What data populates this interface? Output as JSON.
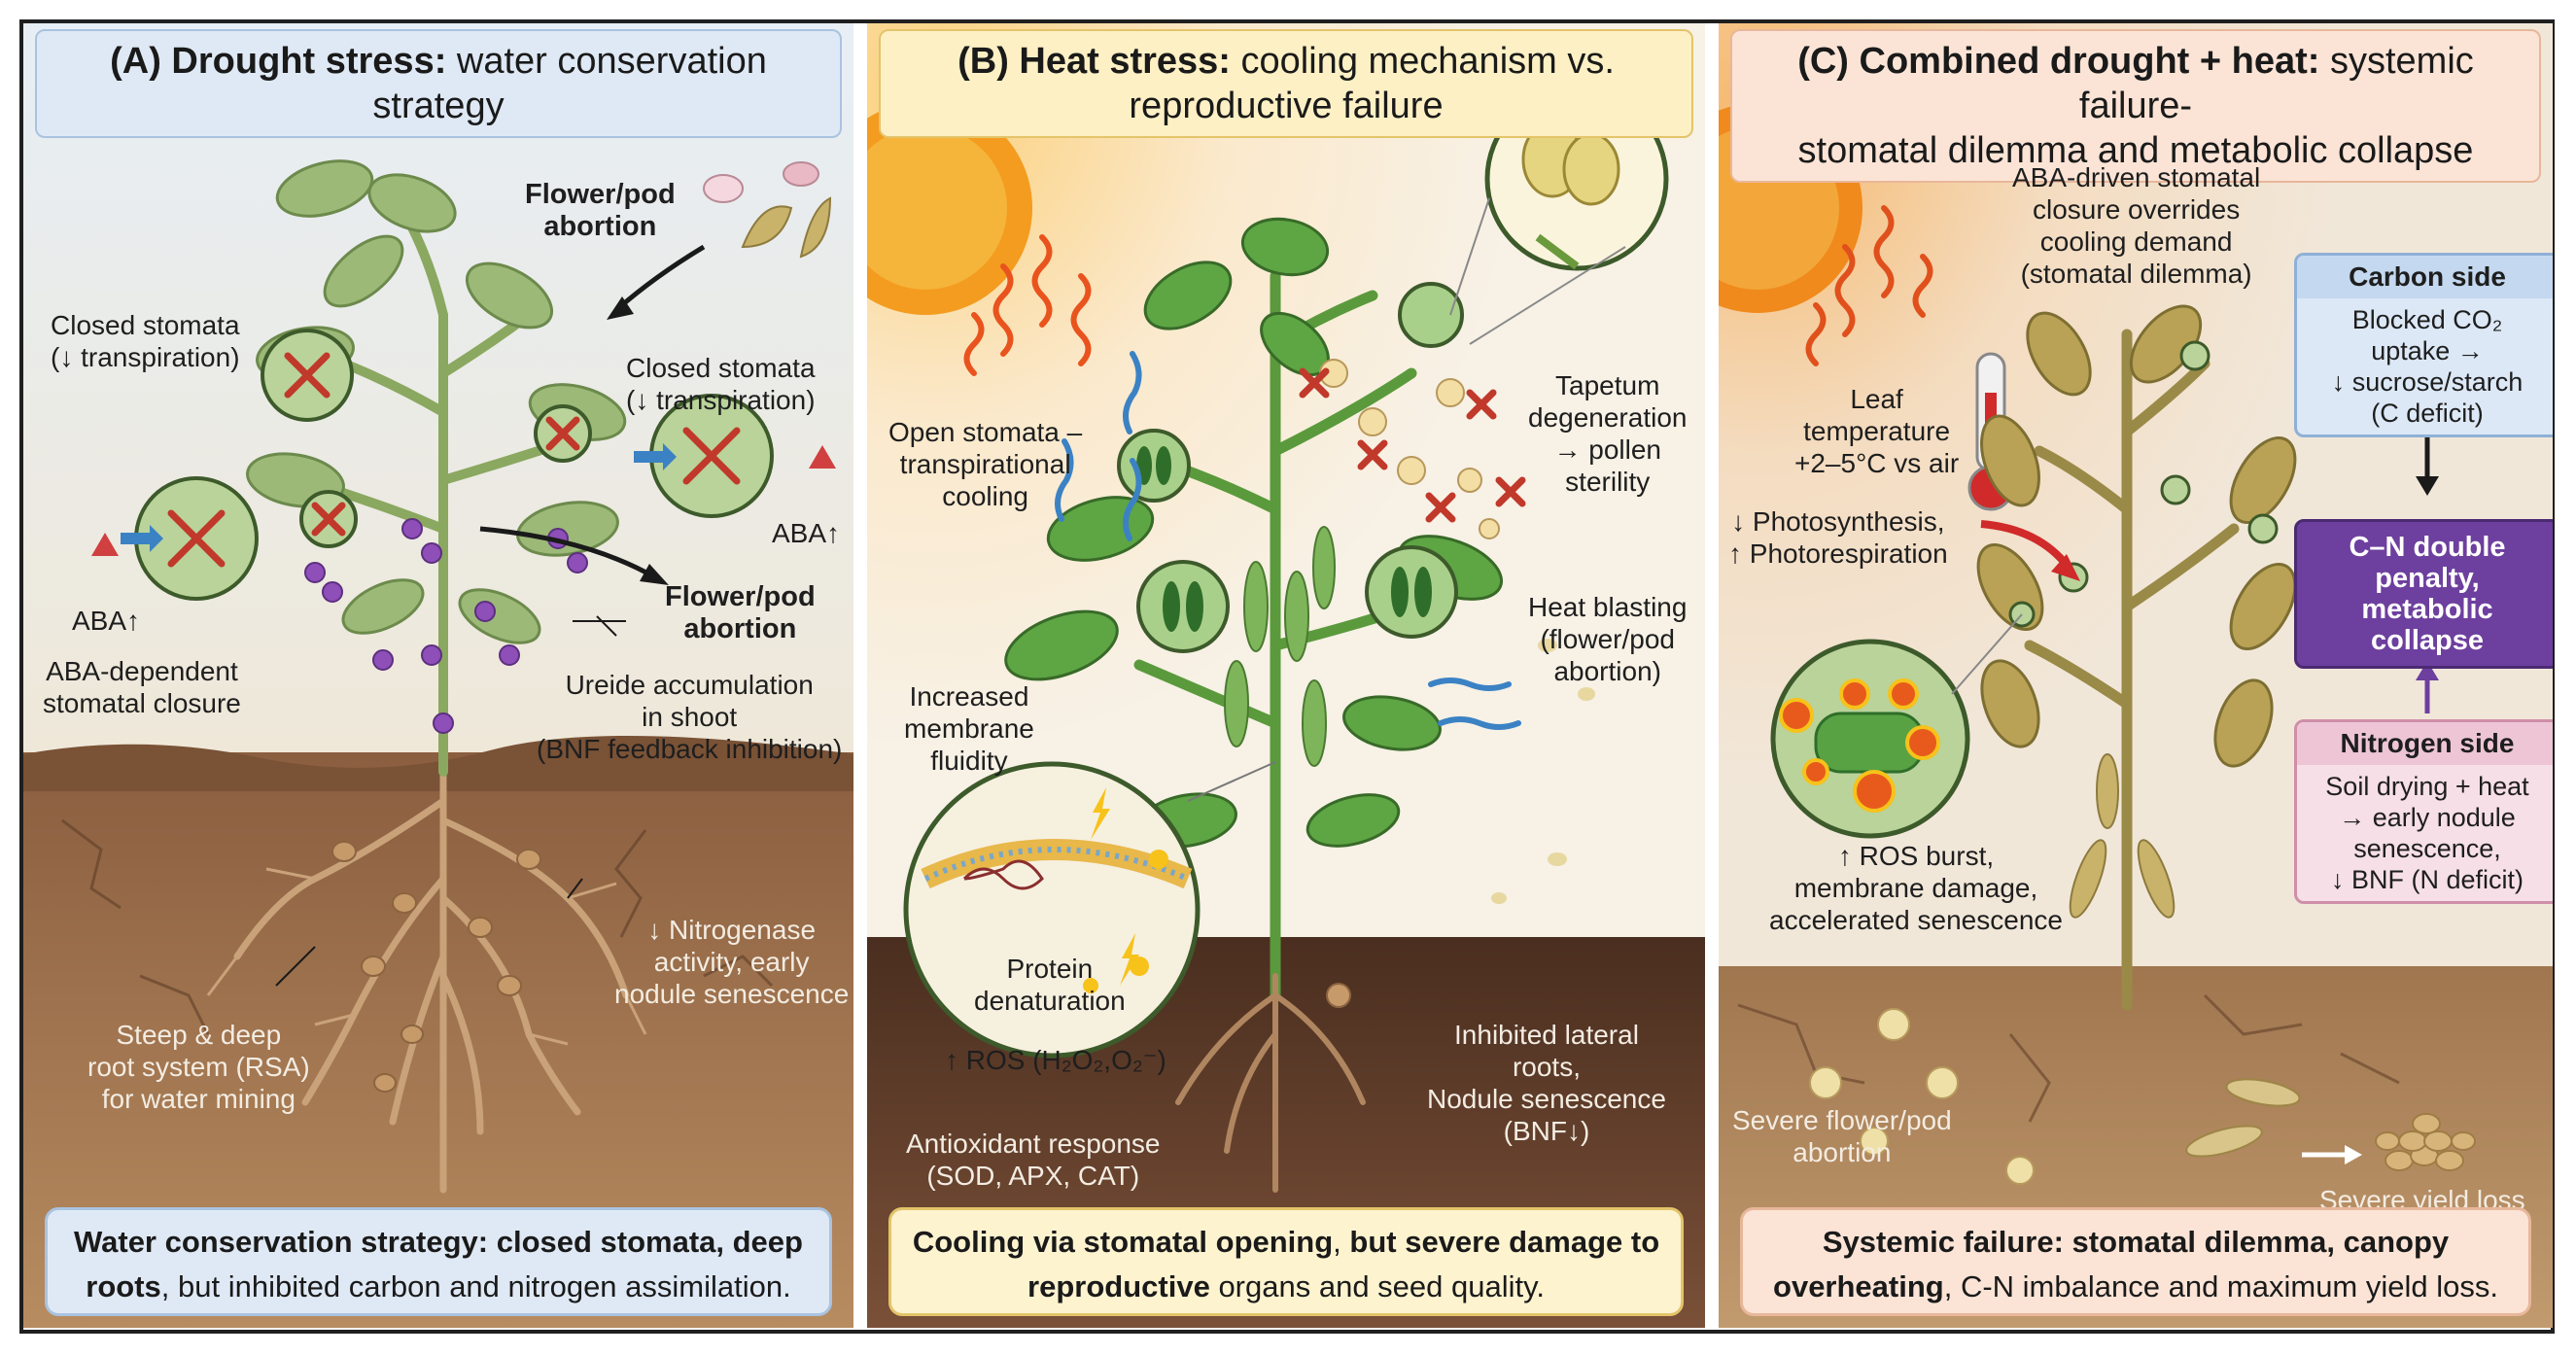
{
  "panelA": {
    "title_bold": "(A) Drought stress:",
    "title_rest": " water conservation strategy",
    "labels": {
      "flower_pod_top": "Flower/pod\nabortion",
      "closed_stomata_left": "Closed stomata\n(↓ transpiration)",
      "closed_stomata_right": "Closed stomata\n(↓ transpiration)",
      "aba_left": "ABA↑",
      "aba_right": "ABA↑",
      "flower_pod_mid": "Flower/pod\nabortion",
      "aba_closure": "ABA-dependent\nstomatal closure",
      "ureide": "Ureide accumulation\nin shoot\n(BNF feedback inhibition)",
      "nitrogenase": "↓ Nitrogenase\nactivity, early\nnodule senescence",
      "root_system": "Steep & deep\nroot system (RSA)\nfor water mining"
    },
    "footer_bold_1": "Water conservation strategy: closed stomata, deep roots",
    "footer_rest": ", but inhibited carbon and nitrogen assimilation."
  },
  "panelB": {
    "title_bold": "(B) Heat stress:",
    "title_rest": " cooling mechanism vs.\nreproductive failure",
    "labels": {
      "open_stomata": "Open stomata –\ntranspirational\ncooling",
      "tapetum": "Tapetum\ndegeneration\n→ pollen\nsterility",
      "heat_blasting": "Heat blasting\n(flower/pod\nabortion)",
      "membrane": "Increased\nmembrane\nfluidity",
      "protein": "Protein\ndenaturation",
      "ros": "↑ ROS (H₂O₂,O₂⁻)",
      "antioxidant": "Antioxidant response\n(SOD, APX, CAT)",
      "lateral_roots": "Inhibited lateral\nroots,\nNodule senescence\n(BNF↓)"
    },
    "footer_bold_1": "Cooling via stomatal opening",
    "footer_mid": ", ",
    "footer_bold_2": "but severe damage\nto reproductive",
    "footer_rest": " organs and seed quality."
  },
  "panelC": {
    "title_bold": "(C) Combined drought + heat:",
    "title_rest": " systemic failure-\nstomatal dilemma and metabolic collapse",
    "labels": {
      "aba_driven": "ABA-driven stomatal\nclosure overrides\ncooling demand\n(stomatal dilemma)",
      "leaf_temp": "Leaf\ntemperature\n+2–5°C vs air",
      "photosynthesis": "↓ Photosynthesis,\n↑ Photorespiration",
      "ros_burst": "↑ ROS burst,\nmembrane damage,\naccelerated senescence",
      "severe_flower": "Severe flower/pod\nabortion",
      "severe_yield": "Severe yield loss"
    },
    "carbon_box": {
      "head": "Carbon side",
      "body": "Blocked CO₂\nuptake →\n↓ sucrose/starch\n(C deficit)"
    },
    "collapse_box": {
      "body": "C–N double\npenalty,\nmetabolic\ncollapse"
    },
    "nitrogen_box": {
      "head": "Nitrogen side",
      "body": "Soil drying + heat\n→ early nodule\nsenescence,\n↓ BNF (N deficit)"
    },
    "footer_bold_1": "Systemic failure: stomatal dilemma, canopy\noverheating",
    "footer_rest": ", C-N imbalance and maximum yield loss."
  },
  "colors": {
    "sky_A": "#eceadf",
    "soil_A": "#a67c55",
    "soil_dark": "#6b4630",
    "leaf_green": "#7fa65a",
    "leaf_bright": "#4f9a3a",
    "leaf_dry": "#b9a255",
    "purple_ureide": "#8e4fb8",
    "red_x": "#c0392b",
    "collapse_purple": "#6d3f9e",
    "carbon_blue": "#dce8f6",
    "nitrogen_pink": "#f6dfe7"
  }
}
